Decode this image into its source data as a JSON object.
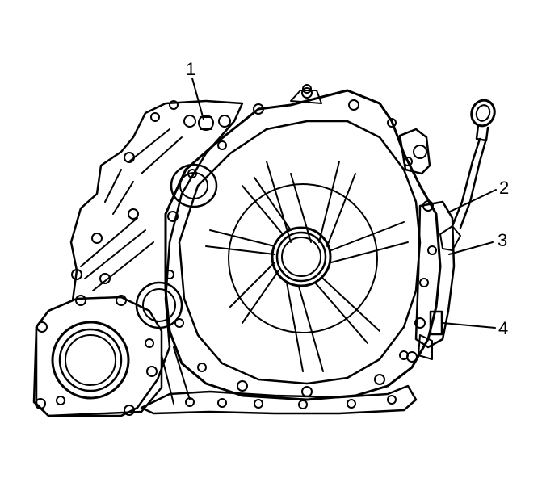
{
  "diagram": {
    "callouts": [
      {
        "id": "1",
        "label": "1"
      },
      {
        "id": "2",
        "label": "2"
      },
      {
        "id": "3",
        "label": "3"
      },
      {
        "id": "4",
        "label": "4"
      }
    ]
  },
  "colors": {
    "ink": "#000000",
    "background": "#ffffff"
  }
}
